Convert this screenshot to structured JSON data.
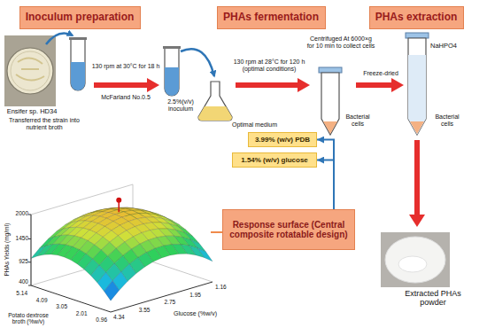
{
  "diagram": {
    "nodes": [
      {
        "text": [
          "Inoculum preparation"
        ]
      },
      {
        "text": [
          "PHAs fermentation"
        ]
      },
      {
        "text": [
          "PHAs extraction"
        ]
      },
      {
        "text": [
          "3.99% (w/v) PDB"
        ]
      },
      {
        "text": [
          "1.54% (w/v) glucose"
        ]
      },
      {
        "text": [
          "Response surface (Central composite rotatable design)"
        ]
      }
    ],
    "edges": [
      {
        "from": 5,
        "to": 3,
        "arrow": "to"
      },
      {
        "from": 5,
        "to": 4,
        "arrow": "to"
      }
    ],
    "labels": [
      "Ensifer sp. HD34",
      "Transferred the strain into nutrient broth",
      "130 rpm at 30°C for 18 h",
      "McFarland No.0.5",
      "2.5%(v/v) inoculum",
      "Optimal medium",
      "130 rpm at 28°C for 120 h (optimal conditions)",
      "Centrifuged At 6000×g for 10 min to collect cells",
      "Freeze-dried",
      "Bacterial cells",
      "NaHPO4",
      "Bacterial cells",
      "Extracted PHAs powder",
      "PHAs Yields (mg/ml)",
      "2000",
      "1450",
      "925",
      "400",
      "Potato dextrose broth (%w/v)",
      "5.14",
      "4.09",
      "3.05",
      "2.01",
      "0.96",
      "Glucose (%w/v)",
      "4.34",
      "3.55",
      "2.75",
      "1.95",
      "1.16"
    ]
  }
}
